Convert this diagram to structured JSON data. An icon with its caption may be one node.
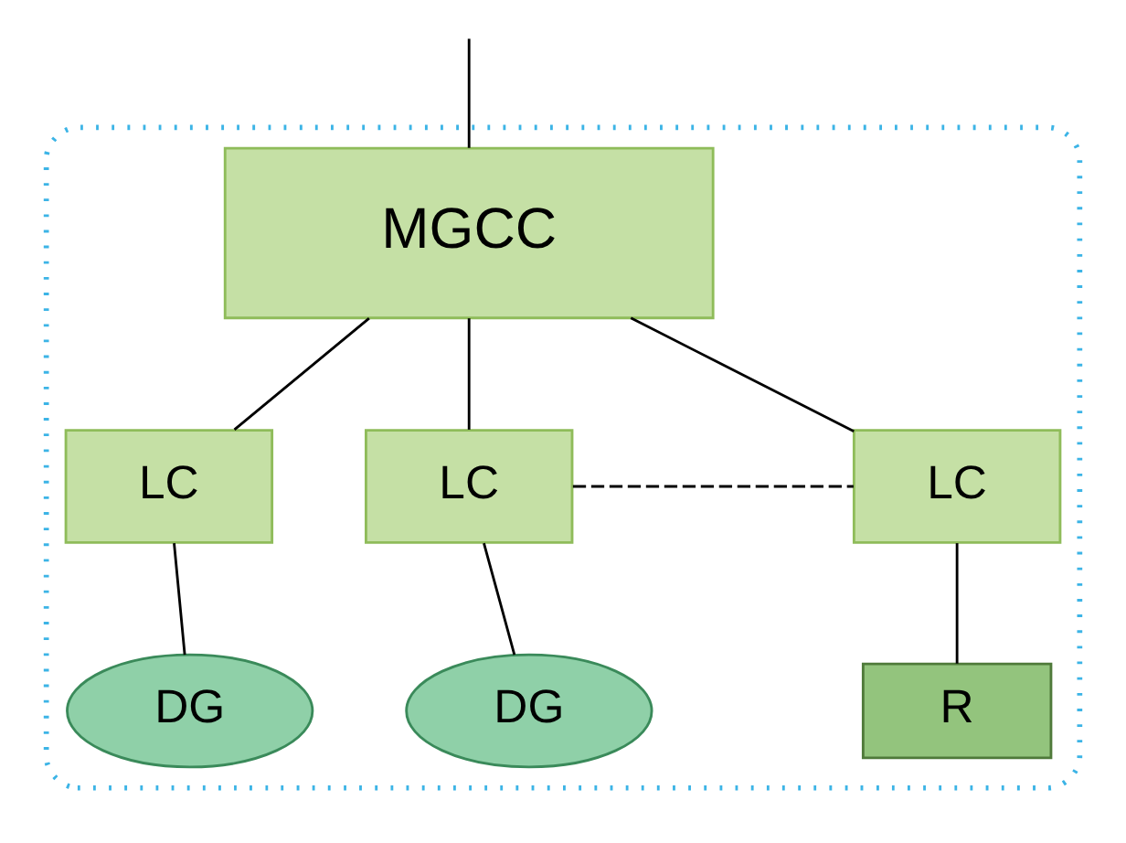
{
  "diagram": {
    "nodes": [
      {
        "text": [],
        "shape": "box"
      },
      {
        "text": [
          "MGCC"
        ],
        "in": 0
      },
      {
        "text": [
          "LC"
        ],
        "in": 0
      },
      {
        "text": [
          "LC"
        ],
        "in": 0
      },
      {
        "text": [
          "LC"
        ],
        "in": 0
      },
      {
        "text": [
          "DG"
        ],
        "in": 0
      },
      {
        "text": [
          "DG"
        ],
        "in": 0
      },
      {
        "text": [
          "R"
        ],
        "in": 0
      }
    ],
    "edges": [
      {
        "from": null,
        "to": 1,
        "arrow": "none"
      },
      {
        "from": 1,
        "to": 2,
        "arrow": "none"
      },
      {
        "from": 1,
        "to": 3,
        "arrow": "none"
      },
      {
        "from": 1,
        "to": 4,
        "arrow": "none"
      },
      {
        "from": 3,
        "to": 4,
        "arrow": "none",
        "style": "dashed"
      },
      {
        "from": 2,
        "to": 5,
        "arrow": "none"
      },
      {
        "from": 3,
        "to": 6,
        "arrow": "none"
      },
      {
        "from": 4,
        "to": 7,
        "arrow": "none"
      }
    ]
  }
}
